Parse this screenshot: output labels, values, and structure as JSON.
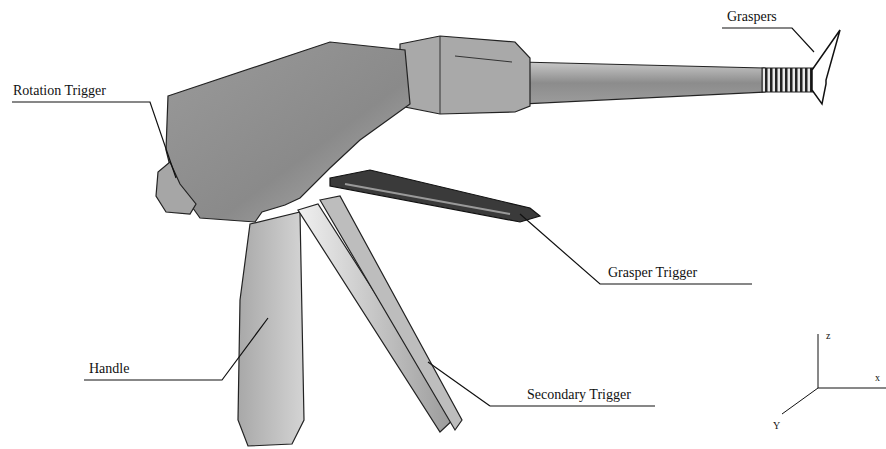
{
  "diagram": {
    "labels": [
      "Graspers",
      "Rotation Trigger",
      "Grasper Trigger",
      "Handle",
      "Secondary Trigger",
      "z",
      "x",
      "Y"
    ]
  }
}
